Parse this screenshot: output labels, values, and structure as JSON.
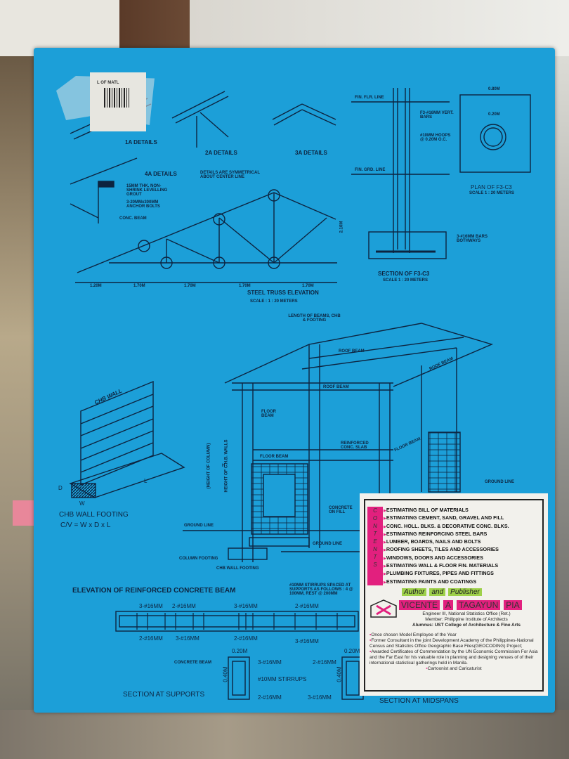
{
  "barcode_sticker": {
    "text": "L OF MATL"
  },
  "roof_details": {
    "detail_1a": "1A DETAILS",
    "detail_2a": "2A DETAILS",
    "detail_3a": "3A DETAILS",
    "detail_4a": "4A DETAILS",
    "note_grout": "15MM THK. NON-SHRINK LEVELLING GROUT",
    "note_bolts": "3-20MMx300MM ANCHOR BOLTS",
    "note_beam": "CONC. BEAM",
    "note_symmetrical": "DETAILS ARE SYMMETRICAL ABOUT CENTER LINE",
    "dims": [
      "1.20M",
      "1.70M",
      "1.70M",
      "1.70M",
      "1.70M"
    ],
    "height_dim": "2.10M",
    "truss_title": "STEEL TRUSS ELEVATION",
    "truss_scale": "SCALE : 1 : 20 METERS"
  },
  "footing_section": {
    "fin_flr_line": "FIN. FLR. LINE",
    "fin_grd_line": "FIN. GRD. LINE",
    "vert_bars": "F3-#16MM VERT. BARS",
    "hoops": "#10MM HOOPS @ 0.20M O.C.",
    "bars_both_ways": "3-#16MM BARS BOTHWAYS",
    "section_title": "SECTION OF F3-C3",
    "section_scale": "SCALE 1 : 20 METERS",
    "plan_title": "PLAN OF F3-C3",
    "plan_scale": "SCALE 1 : 20 METERS",
    "plan_dim_outer": "0.80M",
    "plan_dim_inner": "0.20M"
  },
  "chb_wall": {
    "label": "CHB WALL",
    "dim_w": "W",
    "dim_d": "D",
    "dim_l": "L",
    "footing_title": "CHB WALL FOOTING",
    "formula": "C/V = W x D x L"
  },
  "building": {
    "length_note": "LENGTH OF BEAMS, CHB & FOOTING",
    "roof_beam_1": "ROOF BEAM",
    "roof_beam_2": "ROOF BEAM",
    "roof_beam_3": "ROOF BEAM",
    "floor_beam_1": "FLOOR BEAM",
    "floor_beam_2": "FLOOR BEAM",
    "floor_beam_3": "FLOOR BEAM",
    "slab": "REINFORCED CONC. SLAB",
    "height_column": "(HEIGHT OF COLUMN)",
    "height_chb": "HEIGHT OF C.H.B. WALLS",
    "h": "H",
    "ground_line_1": "GROUND LINE",
    "ground_line_2": "GROUND LINE",
    "ground_line_3": "GROUND LINE",
    "concrete_fill": "CONCRETE ON FILL",
    "column_footing": "COLUMN FOOTING",
    "chb_wall_footing": "CHB WALL FOOTING"
  },
  "beam_elevation": {
    "title": "ELEVATION OF REINFORCED CONCRETE BEAM",
    "stirrup_note": "#10MM STIRRUPS SPACED AT SUPPORTS AS FOLLOWS : 4 @ 100MM, REST @ 200MM",
    "top_labels": [
      "3-#16MM",
      "2-#16MM",
      "3-#16MM",
      "2-#16MM"
    ],
    "bottom_labels": [
      "2-#16MM",
      "3-#16MM",
      "2-#16MM",
      "3-#16MM"
    ],
    "support_width": "0.20M",
    "support_height": "0.40M",
    "concrete_beam": "CONCRETE BEAM",
    "support_top": "3-#16MM",
    "support_stirrups": "#10MM STIRRUPS",
    "support_bottom": "2-#16MM",
    "midspan_width": "0.20M",
    "midspan_height": "0.40M",
    "midspan_top": "2-#16MM",
    "midspan_bottom": "3-#16MM",
    "section_supports": "SECTION AT SUPPORTS",
    "section_midspans": "SECTION AT MIDSPANS"
  },
  "sticker": {
    "contents_letters": [
      "C",
      "O",
      "N",
      "T",
      "E",
      "N",
      "T",
      "S"
    ],
    "contents": [
      "ESTIMATING BILL OF MATERIALS",
      "ESTIMATING CEMENT, SAND, GRAVEL AND FILL",
      "CONC. HOLL. BLKS. & DECORATIVE CONC. BLKS.",
      "ESTIMATING REINFORCING STEEL BARS",
      "LUMBER, BOARDS, NAILS AND BOLTS",
      "ROOFING SHEETS, TILES AND ACCESSORIES",
      "WINDOWS, DOORS AND ACCESSORIES",
      "ESTIMATING WALL & FLOOR FIN. MATERIALS",
      "PLUMBING FIXTURES, PIPES AND FITTINGS",
      "ESTIMATING PAINTS AND COATINGS"
    ],
    "author_words": [
      "Author",
      "and",
      "Publisher"
    ],
    "name_words": [
      "VICENTE",
      "A",
      "TAGAYUN",
      "PIA"
    ],
    "credentials": [
      "Engineer III, National Statistics Office (Ret.)",
      "Member: Philippine Institute of Architects",
      "Alumnus: UST College of Architecture & Fine Arts"
    ],
    "bullets": [
      "Once chosen Model Employee of the Year",
      "Former Consultant in the joint Development Academy of the Philippines-National Census and Statistics Office Geographic Base Files(GEOCODING) Project;",
      "Awarded Certificates of Commendation by the UN Economic Commission For Asia and the Far East for his valuable role in planning and designing venues of of their international statistical gatherings held in Manila."
    ],
    "closing": "Cartoonist and Caricaturist",
    "colors": {
      "magenta": "#e2207e",
      "green": "#9ed04a"
    }
  },
  "colors": {
    "cover_blue": "#1c9fd8",
    "line": "#0d2440"
  }
}
